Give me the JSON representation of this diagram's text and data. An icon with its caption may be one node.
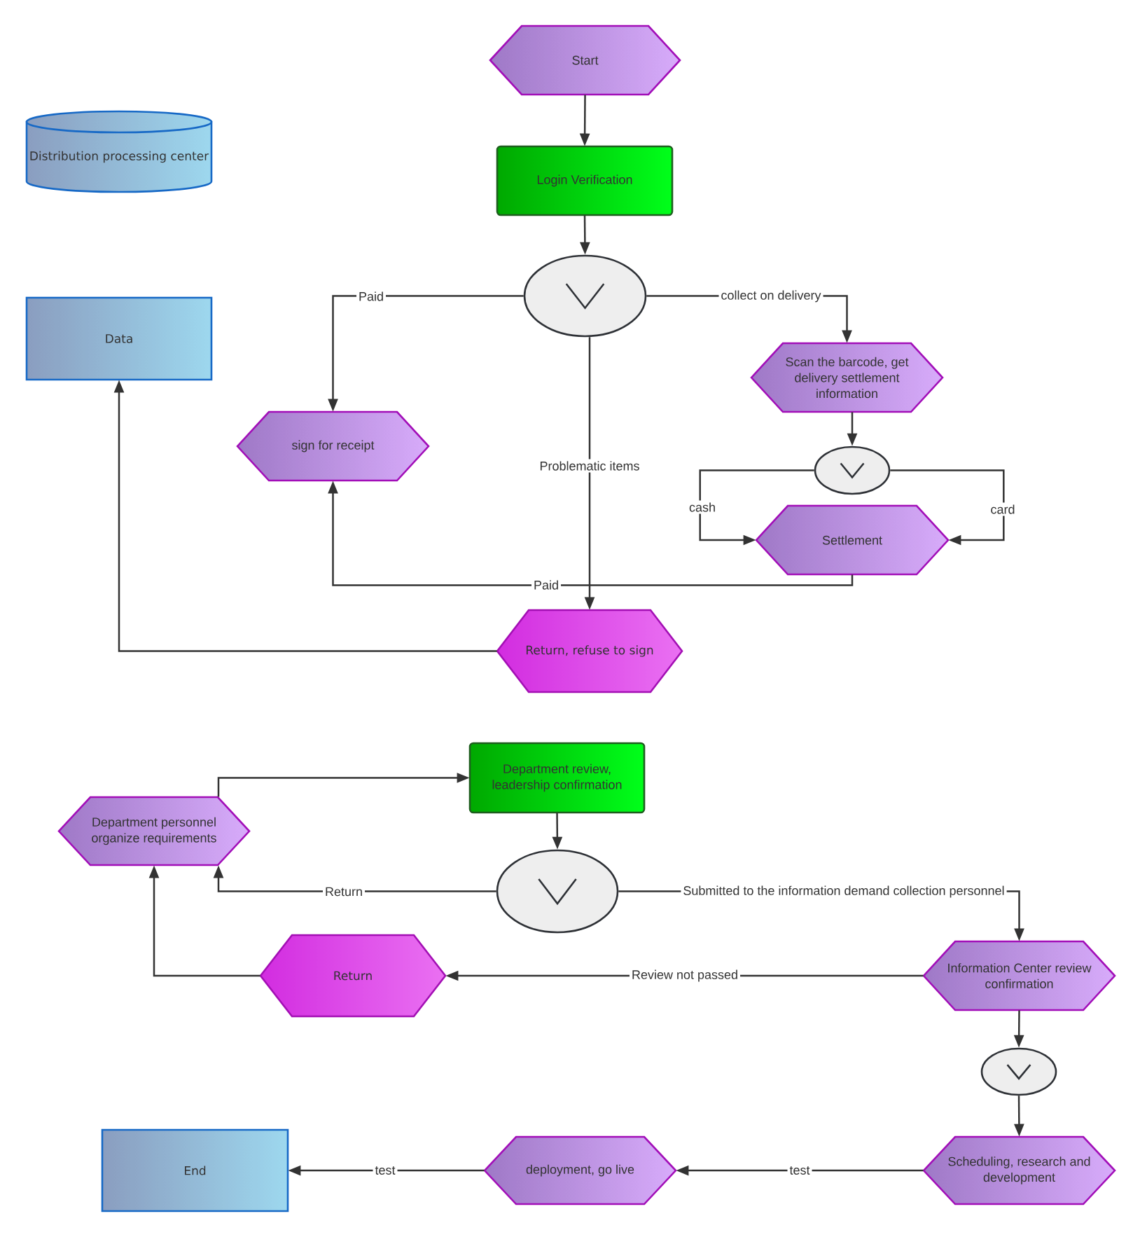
{
  "diagram": {
    "nodes": [
      {
        "text": [
          "Start"
        ]
      },
      {
        "text": [
          "Distribution processing center"
        ]
      },
      {
        "text": [
          "Login Verification"
        ]
      },
      {
        "text": [],
        "shape": "ellipse"
      },
      {
        "text": [
          "Data"
        ]
      },
      {
        "text": [
          "Scan the barcode, get delivery settlement information"
        ]
      },
      {
        "text": [
          "sign for receipt"
        ]
      },
      {
        "text": [],
        "shape": "ellipse"
      },
      {
        "text": [
          "Settlement"
        ]
      },
      {
        "text": [
          "Return, refuse to sign"
        ]
      },
      {
        "text": [
          "Department review, leadership confirmation"
        ]
      },
      {
        "text": [
          "Department personnel organize requirements"
        ]
      },
      {
        "text": [],
        "shape": "ellipse"
      },
      {
        "text": [
          "Return"
        ]
      },
      {
        "text": [
          "Information Center review confirmation"
        ]
      },
      {
        "text": [],
        "shape": "ellipse"
      },
      {
        "text": [
          "End"
        ]
      },
      {
        "text": [
          "deployment, go live"
        ]
      },
      {
        "text": [
          "Scheduling, research and development"
        ]
      }
    ],
    "edges": [
      {
        "from": 0,
        "to": 2,
        "arrow": "to"
      },
      {
        "from": 2,
        "to": 3,
        "arrow": "to"
      },
      {
        "from": 3,
        "to": 6,
        "arrow": "to",
        "label": "Paid"
      },
      {
        "from": 3,
        "to": 5,
        "arrow": "to",
        "label": "collect on delivery"
      },
      {
        "from": 3,
        "to": 9,
        "arrow": "to",
        "label": "Problematic items"
      },
      {
        "from": 5,
        "to": 7,
        "arrow": "to"
      },
      {
        "from": 7,
        "to": 8,
        "arrow": "to",
        "label": "cash"
      },
      {
        "from": 7,
        "to": 8,
        "arrow": "to",
        "label": "card"
      },
      {
        "from": 8,
        "to": 6,
        "arrow": "to",
        "label": "Paid"
      },
      {
        "from": 9,
        "to": 4,
        "arrow": "to"
      },
      {
        "from": 11,
        "to": 10,
        "arrow": "to"
      },
      {
        "from": 10,
        "to": 12,
        "arrow": "to"
      },
      {
        "from": 12,
        "to": 11,
        "arrow": "to",
        "label": "Return"
      },
      {
        "from": 12,
        "to": 14,
        "arrow": "to",
        "label": "Submitted to the information demand collection personnel"
      },
      {
        "from": 14,
        "to": 13,
        "arrow": "to",
        "label": "Review not passed"
      },
      {
        "from": 13,
        "to": 11,
        "arrow": "to"
      },
      {
        "from": 14,
        "to": 15,
        "arrow": "to"
      },
      {
        "from": 15,
        "to": 18,
        "arrow": "to"
      },
      {
        "from": 18,
        "to": 17,
        "arrow": "to",
        "label": "test"
      },
      {
        "from": 17,
        "to": 16,
        "arrow": "to",
        "label": "test"
      }
    ]
  }
}
